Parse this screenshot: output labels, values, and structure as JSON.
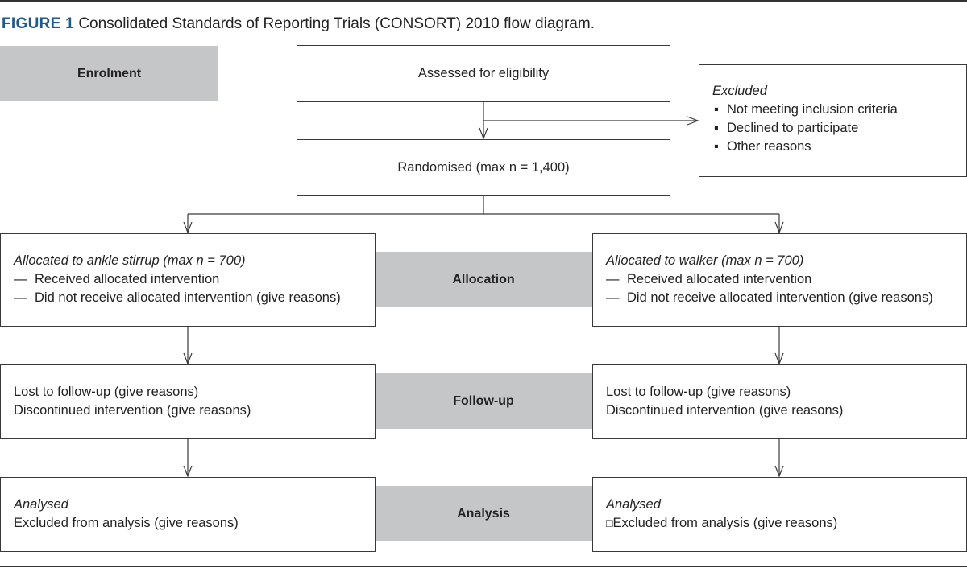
{
  "caption": {
    "figure_label": "FIGURE 1",
    "text": "Consolidated Standards of Reporting Trials (CONSORT) 2010 flow diagram."
  },
  "stages": {
    "enrolment": "Enrolment",
    "allocation": "Allocation",
    "followup": "Follow-up",
    "analysis": "Analysis"
  },
  "boxes": {
    "assessed": "Assessed for eligibility",
    "excluded": {
      "title": "Excluded",
      "bullet": "▪",
      "items": [
        "Not meeting inclusion criteria",
        "Declined to participate",
        "Other reasons"
      ]
    },
    "randomised": "Randomised (max n = 1,400)",
    "alloc_left": {
      "title": "Allocated to ankle stirrup (max n = 700)",
      "dash": "—",
      "items": [
        "Received allocated intervention",
        "Did not receive allocated intervention (give reasons)"
      ]
    },
    "alloc_right": {
      "title": "Allocated to walker (max n = 700)",
      "dash": "—",
      "items": [
        "Received allocated intervention",
        "Did not receive allocated intervention (give reasons)"
      ]
    },
    "follow_left": [
      "Lost to follow-up (give reasons)",
      "Discontinued intervention (give reasons)"
    ],
    "follow_right": [
      "Lost to follow-up (give reasons)",
      "Discontinued intervention (give reasons)"
    ],
    "analysis_left": {
      "title": "Analysed",
      "line": "Excluded from analysis (give reasons)"
    },
    "analysis_right": {
      "title": "Analysed",
      "marker": "□",
      "line": "Excluded from analysis (give reasons)"
    }
  }
}
